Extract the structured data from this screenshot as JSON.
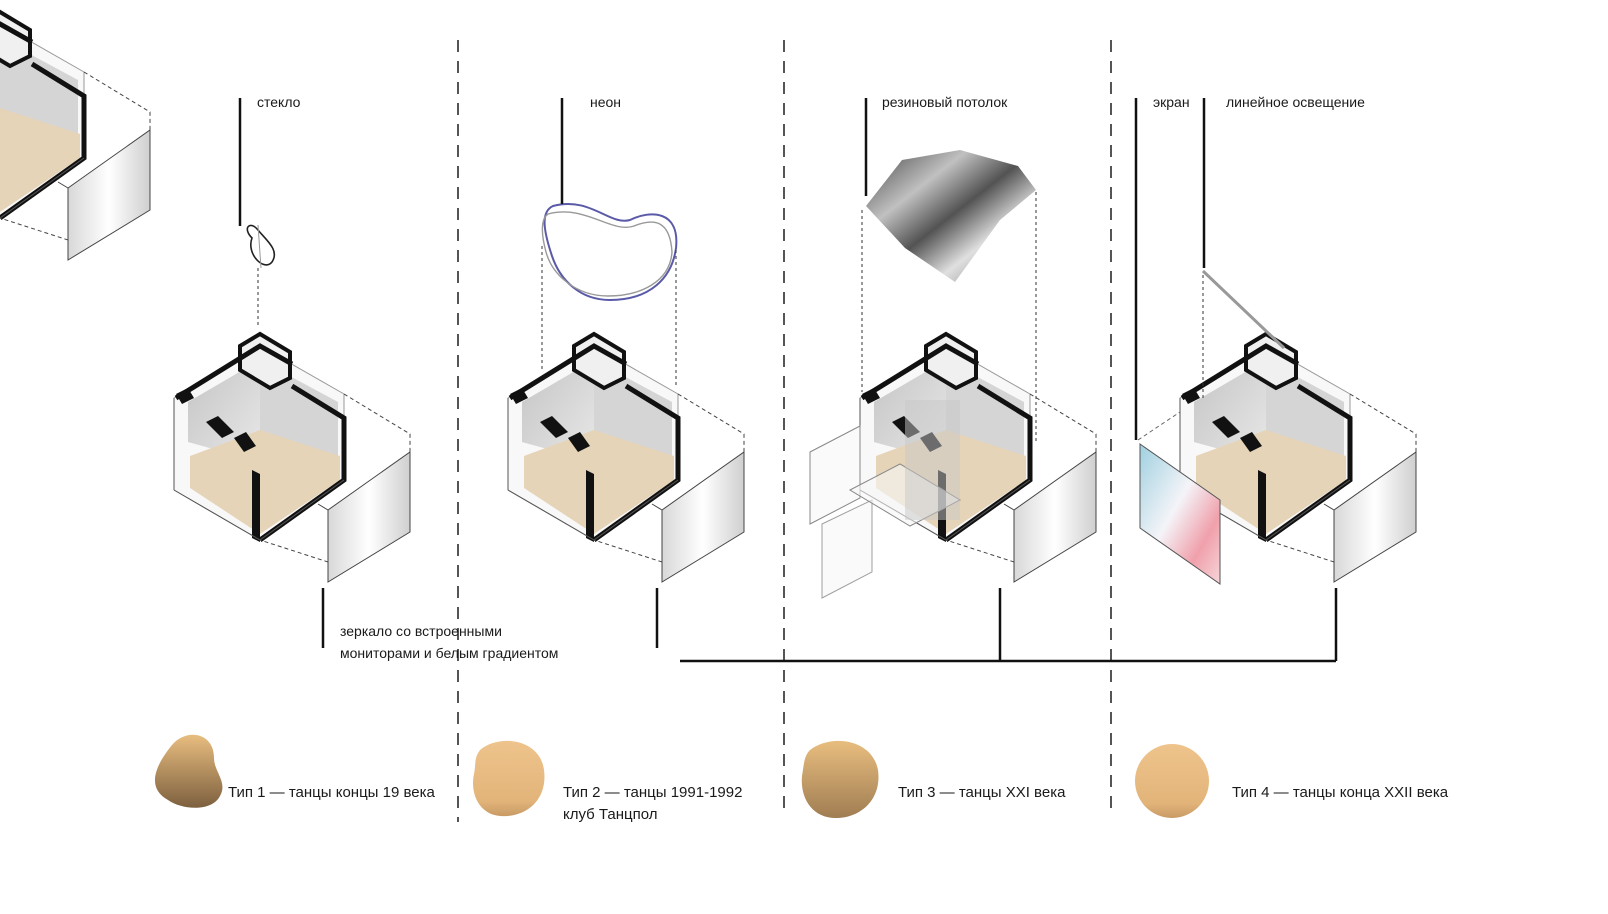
{
  "labels": {
    "glass": "стекло",
    "neon": "неон",
    "rubber_ceiling": "резиновый потолок",
    "screen": "экран",
    "linear_lighting": "линейное освещение",
    "mirror_line1": "зеркало со встроенными",
    "mirror_line2": "мониторами и белым градиентом"
  },
  "legend": [
    {
      "line1": "Тип 1 — танцы концы 19 века",
      "line2": ""
    },
    {
      "line1": "Тип 2 — танцы 1991-1992",
      "line2": "клуб Танцпол"
    },
    {
      "line1": "Тип 3 — танцы XXI века",
      "line2": ""
    },
    {
      "line1": "Тип 4 — танцы конца XXII века",
      "line2": ""
    }
  ],
  "colors": {
    "ink": "#111111",
    "floor_beige": "#e6d4b8",
    "blob_top": "#e8bd7f",
    "blob_bottom": "#8a6a45",
    "neon_blue": "#5a5aa8",
    "screen_blue": "#9fd0e0",
    "screen_pink": "#f0a0ab"
  }
}
